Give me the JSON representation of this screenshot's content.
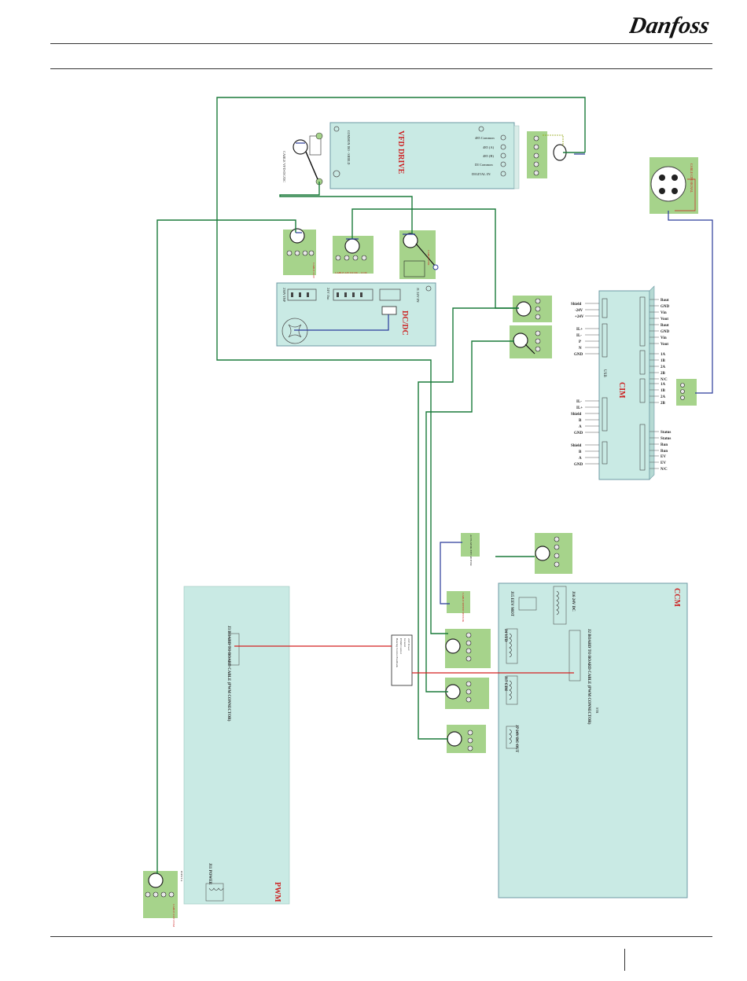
{
  "header": {
    "brand": "Danfoss"
  },
  "diagram": {
    "vfd": {
      "title": "VFD DRIVE",
      "terminals": [
        "485 Common",
        "485 (A)",
        "485 (B)",
        "DI Common",
        "DIGITAL IN"
      ],
      "left_label": "COMMON ISO - SHIELD",
      "cable_label": "CABLE VFD-DC/DC"
    },
    "dcdc": {
      "title": "DC/DC",
      "left_block": "230V INP",
      "j2_block": "24V Out",
      "j1_block": "J1 24V IN",
      "conn_labels": [
        "CABLE 230V",
        "CABLE 24V DC/DC - CCM",
        "CABLE VFD"
      ]
    },
    "cim": {
      "title": "CIM",
      "left_pins": [
        "Shield",
        "-24V",
        "+24V",
        "IL+",
        "IL-",
        "P",
        "N",
        "GND",
        "IL-",
        "IL+",
        "Shield",
        "B",
        "A",
        "GND",
        "Shield",
        "B",
        "A",
        "GND"
      ],
      "right_pins": [
        "Rout",
        "GND",
        "Vin",
        "Vout",
        "Rout",
        "GND",
        "Vin",
        "Vout",
        "1A",
        "1B",
        "2A",
        "2B",
        "N/C",
        "1A",
        "1B",
        "2A",
        "2B",
        "Status",
        "Status",
        "Run",
        "Run",
        "EV",
        "EV",
        "N/C"
      ],
      "usb": "USB"
    },
    "ccm": {
      "title": "CCM",
      "j16": "J16 24V DC",
      "j15": "J15 EEV MOT",
      "j4": "J4 VFD",
      "j17": "J17 CIM",
      "j2": "J2 BOARD TO BOARD CABLE (PWM CONNECTOR)",
      "j7": "J7 24V DC OUT",
      "stb": "STB"
    },
    "pwm": {
      "title": "PWM",
      "j3": "J3 BOARD TO BOARD CABLE (PWM CONNECTOR)",
      "j11": "J11 POWER",
      "in_label": "INPUT A"
    },
    "legend_box": {
      "lines": [
        "24V Power",
        "Ground",
        "PWM Control",
        "Bearing Control Feedback"
      ]
    },
    "small_labels": {
      "actuator": "ACTUATOR EEV MOTOR",
      "bearing": "CABLE SPEED SENSOR",
      "top_right_circle": "CABLE CIM SIGNAL",
      "pwm_cable": "CABLE 230V PWM"
    }
  },
  "colors": {
    "panel_fill": "#c9eae4",
    "panel_stroke": "#6d9aa4",
    "green_block": "#a6d38b",
    "wire_green": "#1a7a3a",
    "wire_red": "#d42020",
    "wire_blue": "#2a3b9a",
    "label_red": "#cc2222"
  }
}
